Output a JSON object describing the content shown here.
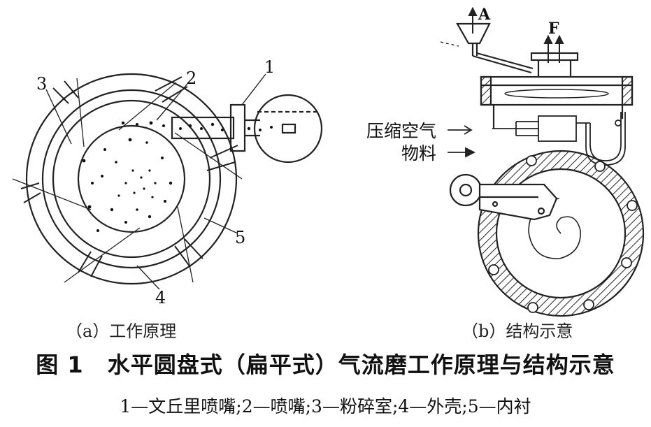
{
  "panel_a": {
    "caption": "（a）工作原理",
    "labels": [
      "1",
      "2",
      "3",
      "4",
      "5"
    ]
  },
  "panel_b": {
    "caption": "（b）结构示意",
    "arrow_a": "A",
    "arrow_f": "F",
    "air_label": "压缩空气",
    "material_label": "物料"
  },
  "figure": {
    "number": "图 1",
    "title": "水平圆盘式（扁平式）气流磨工作原理与结构示意",
    "legend": "1—文丘里喷嘴;2—喷嘴;3—粉碎室;4—外壳;5—内衬"
  }
}
